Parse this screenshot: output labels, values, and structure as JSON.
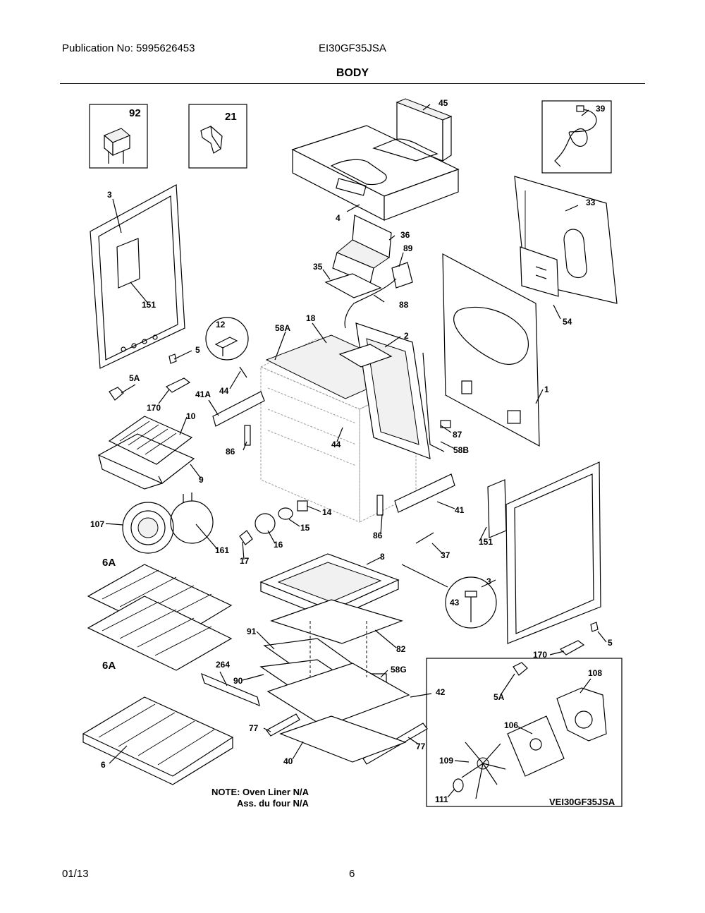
{
  "header": {
    "publication": "Publication No: 5995626453",
    "model": "EI30GF35JSA",
    "section_title": "BODY"
  },
  "notes": {
    "line1": "NOTE: Oven Liner N/A",
    "line2": "Ass. du four N/A"
  },
  "fan_assembly_model": "VEI30GF35JSA",
  "footer": {
    "date": "01/13",
    "page_number": "6"
  },
  "callouts": {
    "c92": "92",
    "c21": "21",
    "c45": "45",
    "c39": "39",
    "c3_left": "3",
    "c4": "4",
    "c33": "33",
    "c36": "36",
    "c89": "89",
    "c35": "35",
    "c88": "88",
    "c151_left": "151",
    "c54": "54",
    "c12": "12",
    "c18": "18",
    "c58A": "58A",
    "c2": "2",
    "c5_left": "5",
    "c5A_left": "5A",
    "c44_left": "44",
    "c170_left": "170",
    "c41A": "41A",
    "c1": "1",
    "c10": "10",
    "c87": "87",
    "c86_left": "86",
    "c44_mid": "44",
    "c58B": "58B",
    "c9": "9",
    "c14": "14",
    "c41": "41",
    "c107": "107",
    "c15": "15",
    "c86_mid": "86",
    "c151_right": "151",
    "c161": "161",
    "c16": "16",
    "c37": "37",
    "c17": "17",
    "c6A_top": "6A",
    "c8": "8",
    "c3_right": "3",
    "c43": "43",
    "c91": "91",
    "c82": "82",
    "c5_right": "5",
    "c6A_bottom": "6A",
    "c264": "264",
    "c58G": "58G",
    "c170_right": "170",
    "c90": "90",
    "c42": "42",
    "c108": "108",
    "c5A_right": "5A",
    "c77_left": "77",
    "c106": "106",
    "c77_right": "77",
    "c40": "40",
    "c109": "109",
    "c6": "6",
    "c111": "111"
  }
}
